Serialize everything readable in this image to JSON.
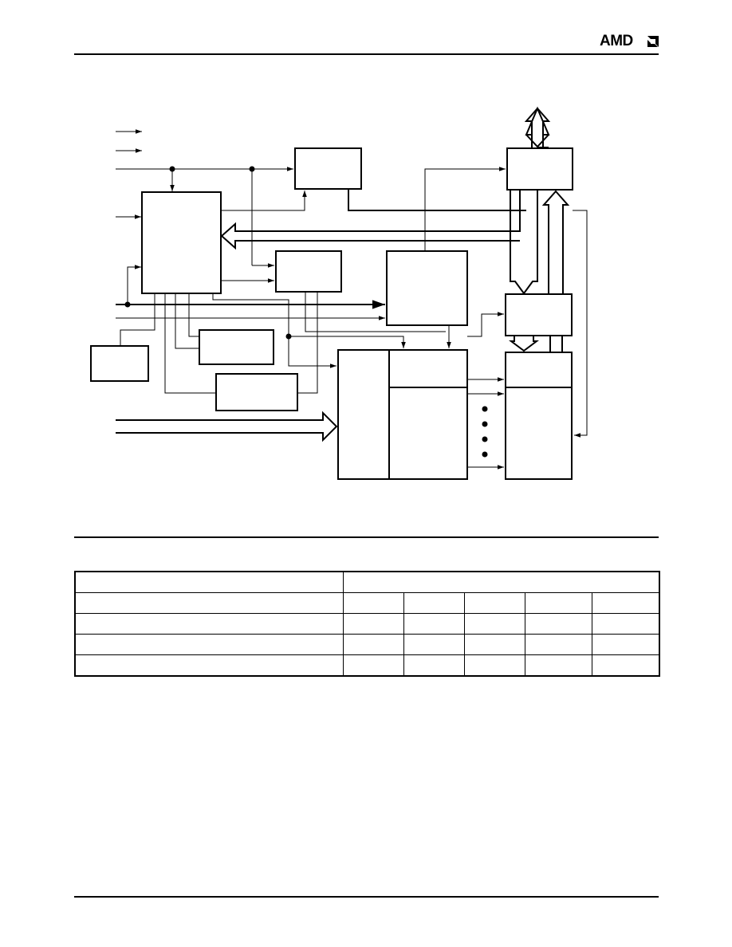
{
  "header": {
    "brand": "AMD",
    "logo_icon": "amd-arrow-logo"
  },
  "diagram": {
    "description_visible": false,
    "junction_dots": 4,
    "ellipsis_dots": 4
  },
  "table": {
    "rows": 5,
    "columns": 6,
    "header_row": [
      "",
      ""
    ],
    "body": [
      [
        "",
        "",
        "",
        "",
        "",
        ""
      ],
      [
        "",
        "",
        "",
        "",
        "",
        ""
      ],
      [
        "",
        "",
        "",
        "",
        "",
        ""
      ],
      [
        "",
        "",
        "",
        "",
        "",
        ""
      ]
    ]
  }
}
